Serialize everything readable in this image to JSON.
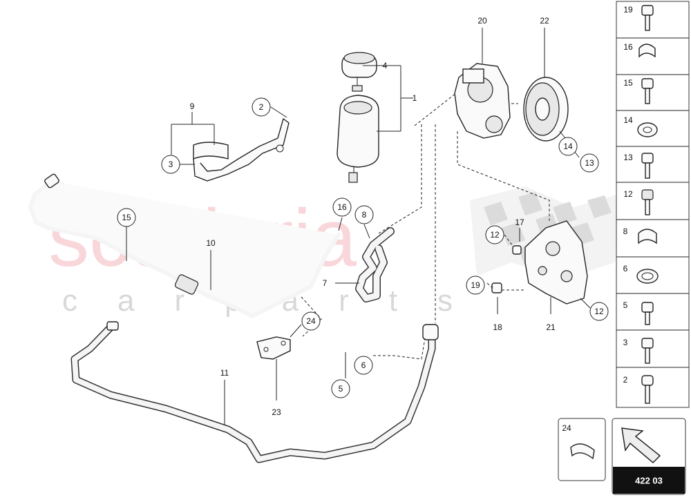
{
  "callouts": {
    "c1": "1",
    "c2": "2",
    "c3": "3",
    "c4": "4",
    "c5": "5",
    "c6": "6",
    "c7": "7",
    "c8": "8",
    "c9": "9",
    "c10": "10",
    "c11": "11",
    "c12a": "12",
    "c12b": "12",
    "c13": "13",
    "c14": "14",
    "c15": "15",
    "c16": "16",
    "c17": "17",
    "c18": "18",
    "c19": "19",
    "c20": "20",
    "c21": "21",
    "c22": "22",
    "c23": "23",
    "c24": "24"
  },
  "legend": [
    "19",
    "16",
    "15",
    "14",
    "13",
    "12",
    "8",
    "6",
    "5",
    "3",
    "2"
  ],
  "inset_label": "24",
  "page_code": "422 03",
  "watermark": {
    "main": "scuderia",
    "sub": "carparts"
  },
  "colors": {
    "watermark": "#f3b6bb",
    "line": "#222222"
  }
}
